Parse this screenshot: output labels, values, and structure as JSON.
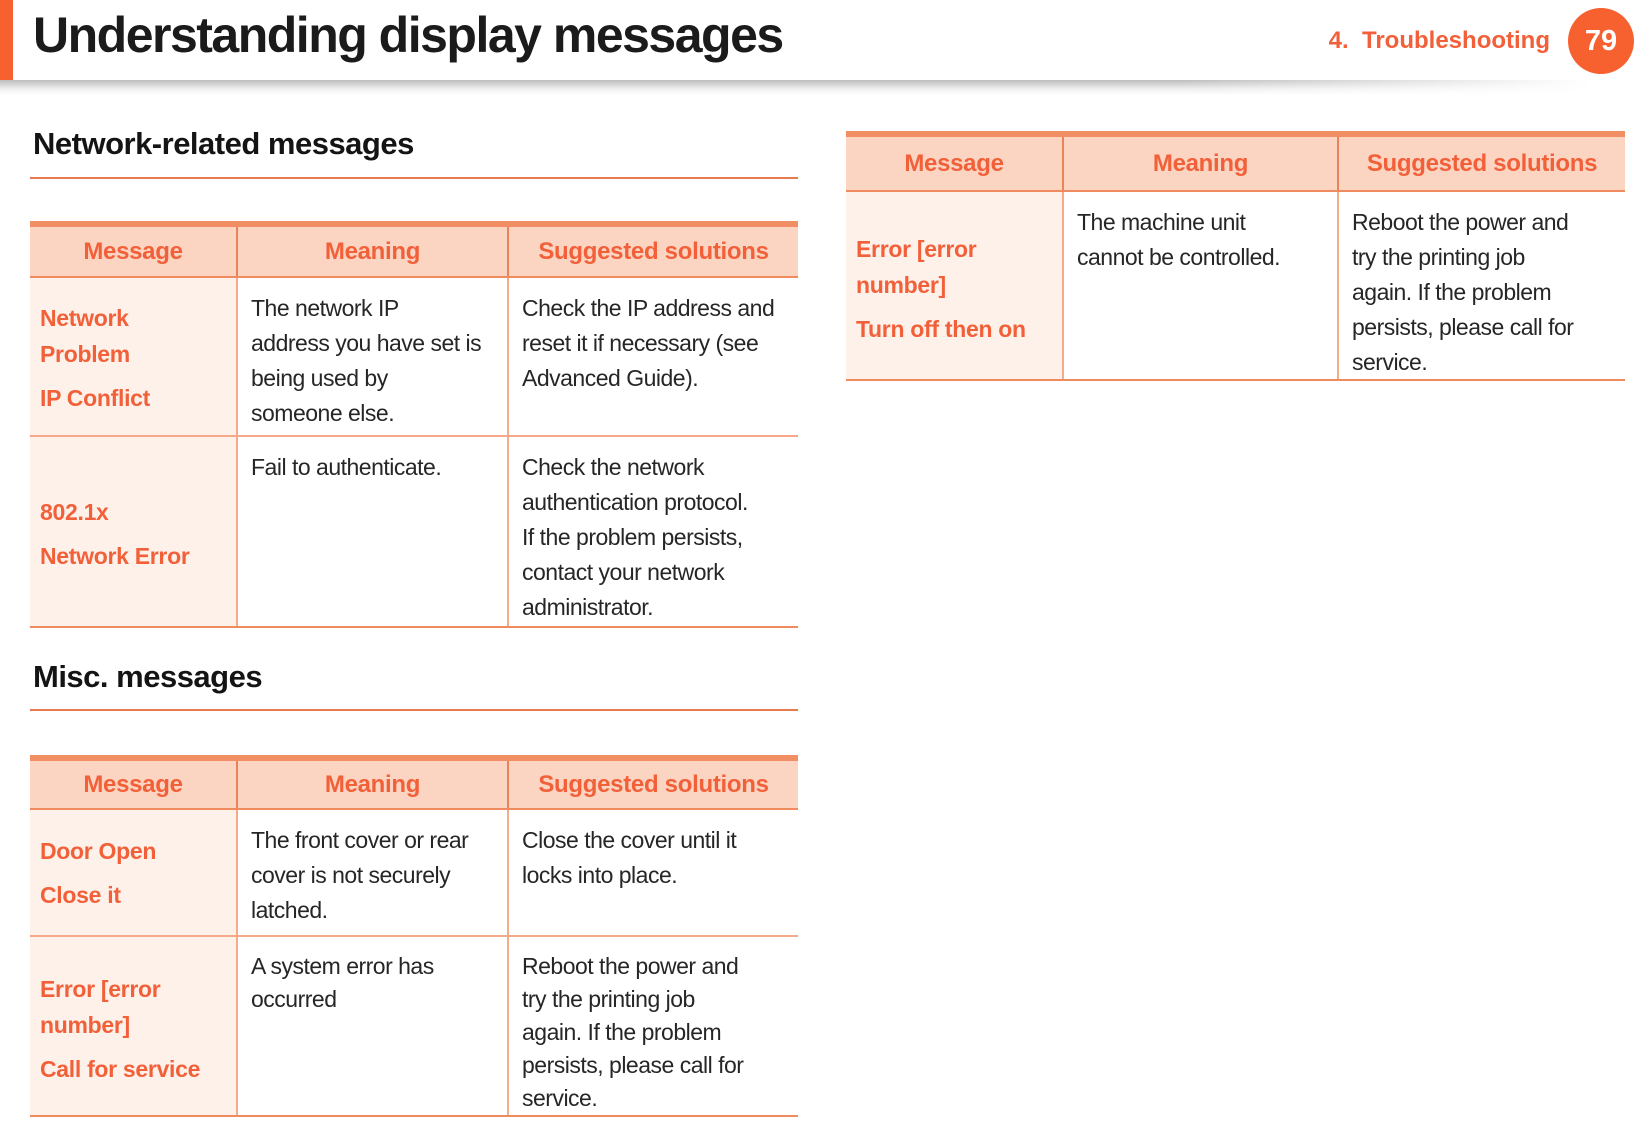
{
  "page": {
    "title": "Understanding display messages",
    "chapter": "4.  Troubleshooting",
    "page_number": "79"
  },
  "colors": {
    "accent_orange": "#F7612F",
    "table_top_bar": "#F18E63",
    "table_header_bg": "#FBD5C1",
    "orange_text": "#F2603A",
    "message_cell_bg": "#FEF1E9",
    "row_divider": "#F5A988",
    "section_rule": "#E87A50",
    "body_text": "#262626"
  },
  "sections": [
    {
      "heading": "Network-related messages",
      "table": {
        "headers": [
          "Message",
          "Meaning",
          "Suggested solutions"
        ],
        "rows": [
          {
            "message": [
              "Network\nProblem",
              "IP Conflict"
            ],
            "meaning": "The network IP\naddress you have set is\nbeing used by\nsomeone else.",
            "solution": "Check the IP address and\nreset it if necessary (see\nAdvanced Guide)."
          },
          {
            "message": [
              "802.1x",
              "Network Error"
            ],
            "meaning": "Fail to authenticate.",
            "solution": "Check the network\nauthentication protocol.\nIf the problem persists,\ncontact your network\nadministrator."
          }
        ]
      }
    },
    {
      "heading": "Misc. messages",
      "table": {
        "headers": [
          "Message",
          "Meaning",
          "Suggested solutions"
        ],
        "rows": [
          {
            "message": [
              "Door Open",
              "Close it"
            ],
            "meaning": "The front cover or rear\ncover is not securely\nlatched.",
            "solution": "Close the cover until it\nlocks into place."
          },
          {
            "message": [
              "Error [error\nnumber]",
              "Call for service"
            ],
            "meaning": "A system error has\noccurred",
            "solution": "Reboot the power and\ntry the printing job\nagain. If the problem\npersists, please call for\nservice."
          }
        ]
      }
    }
  ],
  "misc_continued": {
    "headers": [
      "Message",
      "Meaning",
      "Suggested solutions"
    ],
    "rows": [
      {
        "message": [
          "Error [error\nnumber]",
          "Turn off then on"
        ],
        "meaning": "The machine unit\ncannot be controlled.",
        "solution": "Reboot the power and\ntry the printing job\nagain. If the problem\npersists, please call for\nservice."
      }
    ]
  }
}
